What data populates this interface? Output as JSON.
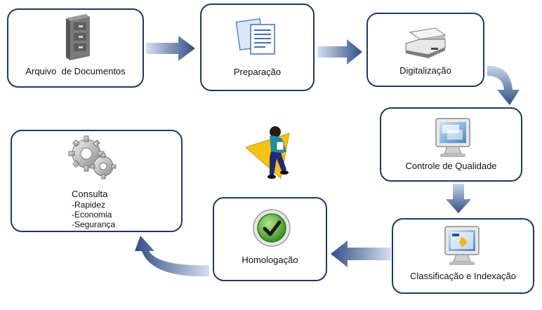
{
  "steps": {
    "arquivo": "Arquivo  de Documentos",
    "preparacao": "Preparação",
    "digitalizacao": "Digitalização",
    "controle": "Controle de Qualidade",
    "classificacao": "Classificação e Indexação",
    "homologacao": "Homologação"
  },
  "consulta": {
    "title": "Consulta",
    "items": [
      "-Rapidez",
      "-Economia",
      "-Segurança"
    ]
  },
  "colors": {
    "border": "#1f3864",
    "arrow": "#3b5a8c",
    "check": "#3a9a2a"
  }
}
